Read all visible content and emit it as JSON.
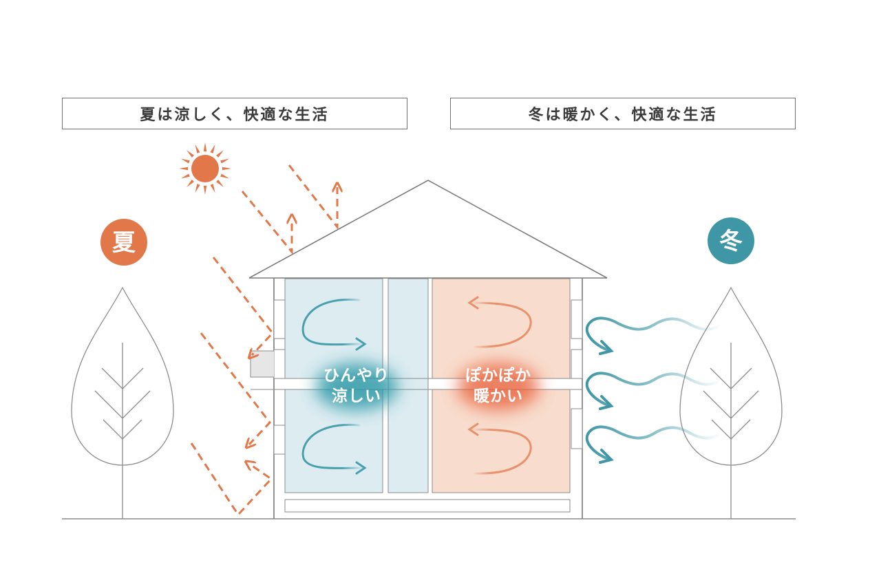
{
  "captions": {
    "summer": "夏は涼しく、快適な生活",
    "winter": "冬は暖かく、快適な生活"
  },
  "badges": {
    "summer": "夏",
    "winter": "冬"
  },
  "rooms": {
    "cool_line1": "ひんやり",
    "cool_line2": "涼しい",
    "warm_line1": "ぽかぽか",
    "warm_line2": "暖かい"
  },
  "colors": {
    "summer_orange": "#e2774a",
    "winter_teal": "#3f97a5",
    "cool_room": "#dcecf1",
    "warm_room": "#f8dccd",
    "outline": "#7a7a7a"
  }
}
